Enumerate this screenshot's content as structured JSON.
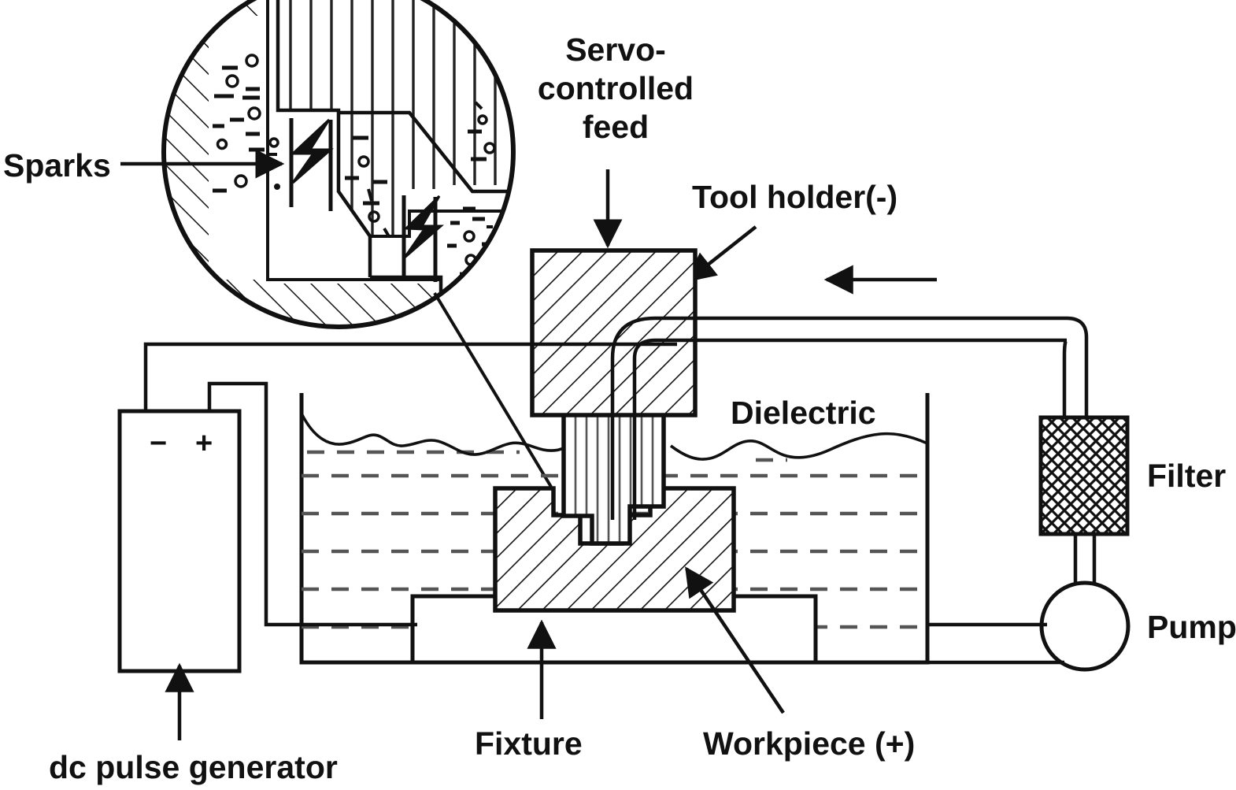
{
  "diagram": {
    "title": "Electrical discharge machining (EDM) schematic",
    "background_color": "#ffffff",
    "line_color": "#111111",
    "labels": {
      "sparks": "Sparks",
      "servo_feed_line1": "Servo-",
      "servo_feed_line2": "controlled",
      "servo_feed_line3": "feed",
      "tool_holder": "Tool holder(-)",
      "dielectric": "Dielectric",
      "filter": "Filter",
      "pump": "Pump",
      "fixture": "Fixture",
      "workpiece": "Workpiece (+)",
      "generator": "dc pulse generator",
      "terminal_negative": "−",
      "terminal_positive": "+"
    },
    "components": [
      {
        "name": "magnified-spark-gap-circle",
        "kind": "detail-callout"
      },
      {
        "name": "tool-holder-block",
        "kind": "hatched-block"
      },
      {
        "name": "electrode-tool",
        "kind": "vertical-hatched-block"
      },
      {
        "name": "workpiece-block",
        "kind": "hatched-block"
      },
      {
        "name": "fixture-block",
        "kind": "plain-block"
      },
      {
        "name": "dielectric-tank",
        "kind": "tank"
      },
      {
        "name": "filter-unit",
        "kind": "cross-hatched-block"
      },
      {
        "name": "pump-unit",
        "kind": "circle"
      },
      {
        "name": "dc-pulse-generator",
        "kind": "plain-block"
      }
    ],
    "arrows": [
      {
        "name": "servo-feed-arrow",
        "direction": "down"
      },
      {
        "name": "sparks-arrow",
        "direction": "right"
      },
      {
        "name": "flow-arrow",
        "direction": "left"
      },
      {
        "name": "fixture-arrow",
        "direction": "up"
      },
      {
        "name": "generator-arrow",
        "direction": "up"
      }
    ]
  }
}
